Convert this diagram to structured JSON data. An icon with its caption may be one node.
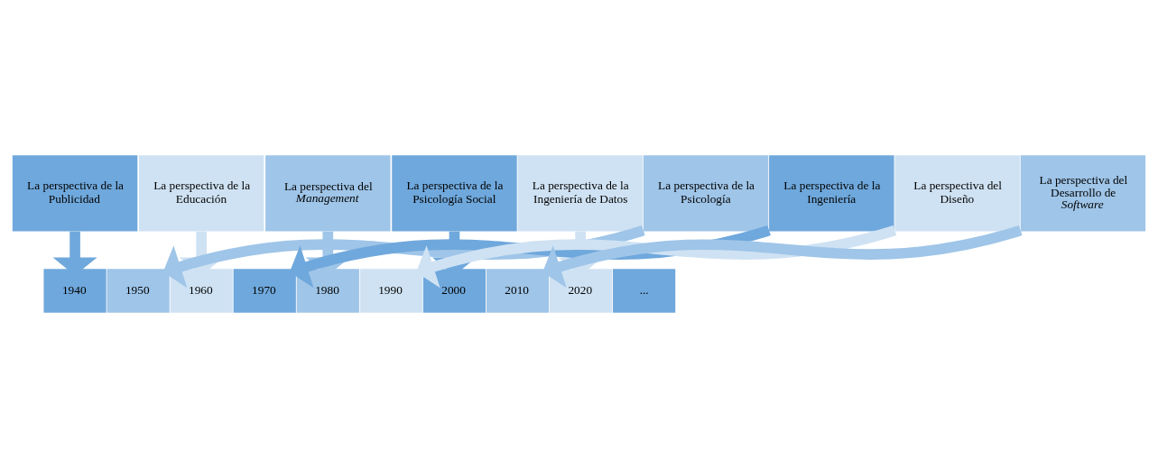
{
  "diagram": {
    "nodes": [
      {
        "text": [
          "La perspectiva de la Publicidad"
        ]
      },
      {
        "text": [
          "La perspectiva de la Educación"
        ]
      },
      {
        "text": [
          "La perspectiva del *Management*"
        ]
      },
      {
        "text": [
          "La perspectiva de la Psicología Social"
        ]
      },
      {
        "text": [
          "La perspectiva de la Ingeniería de Datos"
        ]
      },
      {
        "text": [
          "1940"
        ]
      },
      {
        "text": [
          "1950"
        ]
      },
      {
        "text": [
          "1960"
        ]
      },
      {
        "text": [
          "1970"
        ]
      },
      {
        "text": [
          "1980"
        ]
      },
      {
        "text": [
          "1990"
        ]
      },
      {
        "text": [
          "2000"
        ]
      },
      {
        "text": [
          "2010"
        ]
      },
      {
        "text": [
          "2020"
        ]
      },
      {
        "text": [
          "..."
        ]
      },
      {
        "text": [
          "La perspectiva de la Psicología"
        ]
      },
      {
        "text": [
          "La perspectiva de la Ingeniería"
        ]
      },
      {
        "text": [
          "La perspectiva del Diseño"
        ]
      },
      {
        "text": [
          "La perspectiva del Desarrollo de *Software*"
        ]
      }
    ],
    "edges": [
      {
        "from": 0,
        "to": 5,
        "arrow": "to",
        "color": "#6fa8dc"
      },
      {
        "from": 1,
        "to": 7,
        "arrow": "to",
        "color": "#cfe2f3"
      },
      {
        "from": 2,
        "to": 9,
        "arrow": "to",
        "color": "#9fc5e8"
      },
      {
        "from": 3,
        "to": 11,
        "arrow": "to",
        "color": "#6fa8dc"
      },
      {
        "from": 4,
        "to": 13,
        "arrow": "to",
        "color": "#cfe2f3"
      },
      {
        "from": 15,
        "to": 6,
        "arrow": "to",
        "color": "#9fc5e8"
      },
      {
        "from": 16,
        "to": 8,
        "arrow": "to",
        "color": "#6fa8dc"
      },
      {
        "from": 17,
        "to": 10,
        "arrow": "to",
        "color": "#cfe2f3"
      },
      {
        "from": 18,
        "to": 12,
        "arrow": "to",
        "color": "#9fc5e8"
      }
    ]
  }
}
